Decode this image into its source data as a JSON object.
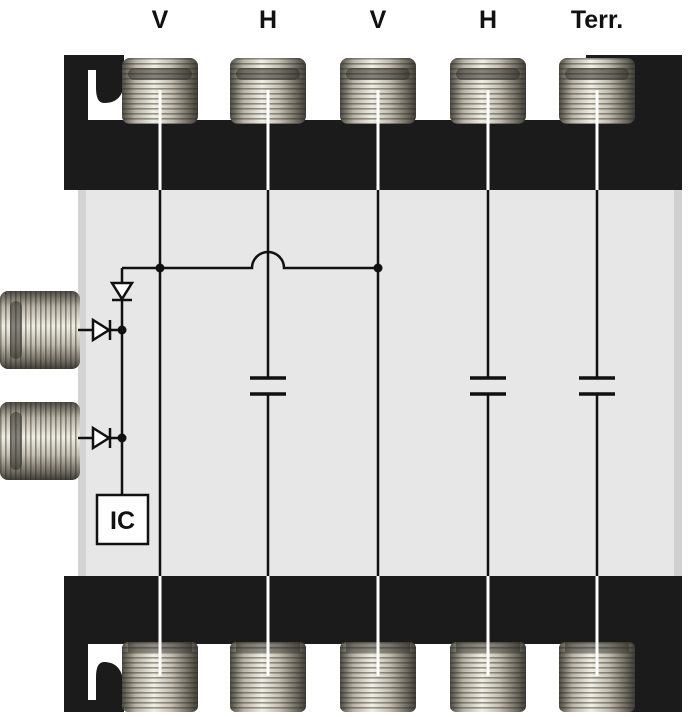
{
  "diagram": {
    "columns": [
      {
        "label": "V"
      },
      {
        "label": "H"
      },
      {
        "label": "V"
      },
      {
        "label": "H"
      },
      {
        "label": "Terr."
      }
    ],
    "ic_label": "IC",
    "colors": {
      "housing_black": "#1b1b1b",
      "body_panel": "#e6e6e6",
      "wire": "#111111",
      "bus_line": "#ffffff",
      "connector_metal": "#a8a396"
    },
    "icons": {
      "top_connectors": "f-connector-icon",
      "bottom_connectors": "f-connector-icon",
      "side_connectors": "f-connector-icon",
      "diode": "diode-icon",
      "capacitor": "capacitor-icon",
      "junction": "junction-dot-icon"
    }
  }
}
